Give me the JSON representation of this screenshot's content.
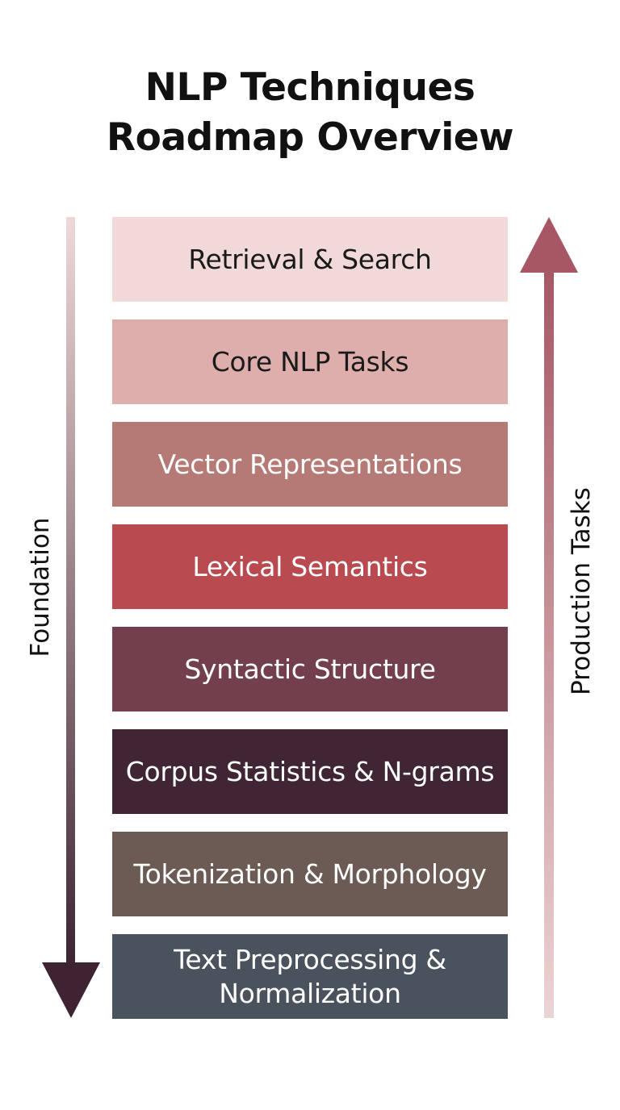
{
  "title": {
    "line1": "NLP Techniques",
    "line2": "Roadmap Overview"
  },
  "left_label": "Foundation",
  "right_label": "Production Tasks",
  "layers": [
    {
      "label": "Retrieval & Search",
      "color": "#f0d9d8",
      "text_color": "#1a1a1a"
    },
    {
      "label": "Core NLP Tasks",
      "color": "#ddaeab",
      "text_color": "#1a1a1a"
    },
    {
      "label": "Vector Representations",
      "color": "#b67a76",
      "text_color": "#ffffff"
    },
    {
      "label": "Lexical Semantics",
      "color": "#b84a50",
      "text_color": "#ffffff"
    },
    {
      "label": "Syntactic Structure",
      "color": "#733f4c",
      "text_color": "#ffffff"
    },
    {
      "label": "Corpus Statistics & N-grams",
      "color": "#402635",
      "text_color": "#ffffff"
    },
    {
      "label": "Tokenization & Morphology",
      "color": "#6c5b54",
      "text_color": "#ffffff"
    },
    {
      "label": "Text Preprocessing &\nNormalization",
      "color": "#4a525d",
      "text_color": "#ffffff"
    }
  ],
  "colors": {
    "down_arrow_top": "#efd8d7",
    "down_arrow_bottom": "#3e2433",
    "up_arrow_top": "#a65763",
    "up_arrow_bottom": "#ecd4d4"
  }
}
